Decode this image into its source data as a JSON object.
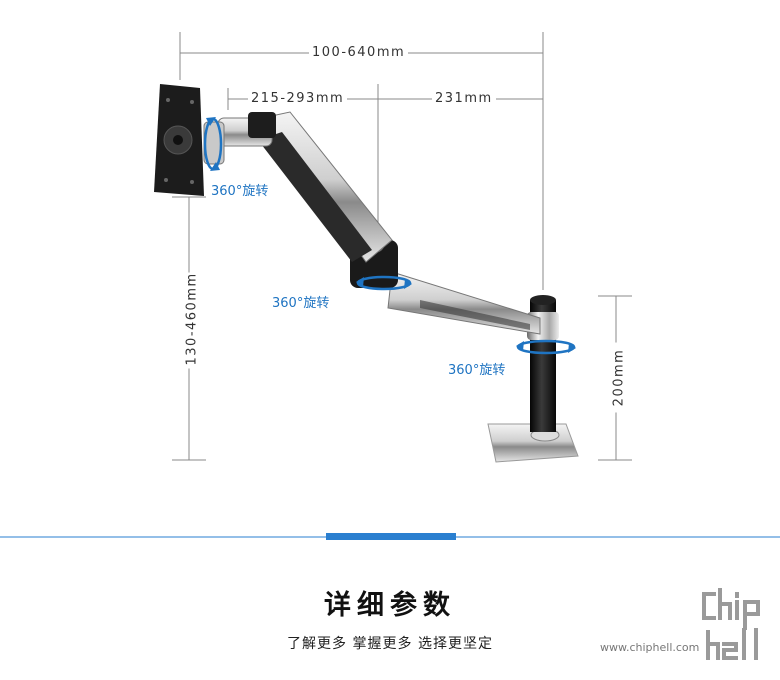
{
  "dimensions": {
    "total_reach": "100-640mm",
    "upper_arm": "215-293mm",
    "lower_arm": "231mm",
    "height_adjust": "130-460mm",
    "pole_height": "200mm"
  },
  "rotation_labels": {
    "head": "360°旋转",
    "elbow": "360°旋转",
    "base": "360°旋转"
  },
  "section": {
    "title": "详细参数",
    "subtitle": "了解更多  掌握更多  选择更坚定"
  },
  "watermark": {
    "url": "www.chiphell.com",
    "logo": "chiphell-logo"
  },
  "colors": {
    "accent_blue": "#1f74c2",
    "divider_blue": "#2a7fd0"
  }
}
